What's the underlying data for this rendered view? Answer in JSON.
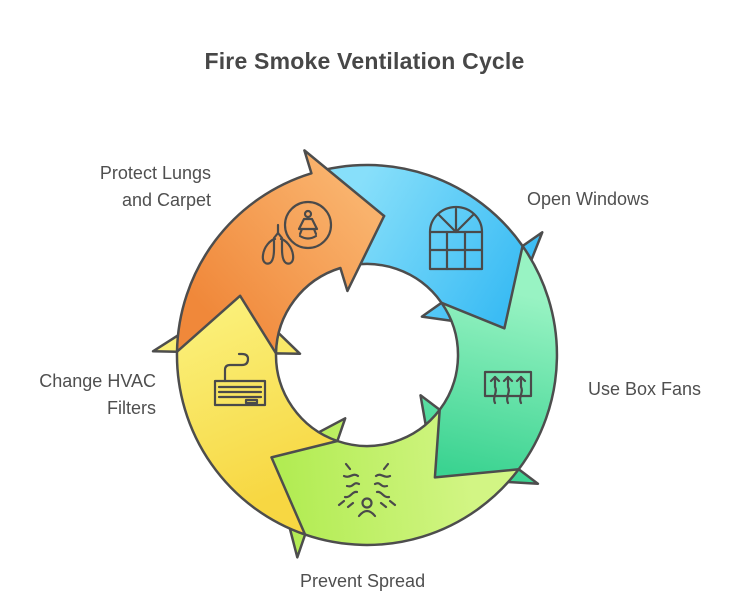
{
  "title": "Fire Smoke Ventilation Cycle",
  "background_color": "#ffffff",
  "cycle": {
    "outline_color": "#4d4d4d",
    "icon_color": "#4a4a4a",
    "label_color": "#4f4f4f",
    "direction": "clockwise",
    "steps": [
      {
        "id": "open-windows",
        "label": "Open Windows",
        "icon": "window-icon",
        "color_tail": "#87dffa",
        "color_head": "#3bbcf4"
      },
      {
        "id": "use-box-fans",
        "label": "Use Box Fans",
        "icon": "box-fan-icon",
        "color_tail": "#98f3c3",
        "color_head": "#3bd391"
      },
      {
        "id": "prevent-spread",
        "label": "Prevent Spread",
        "icon": "person-smoke-icon",
        "color_tail": "#d2f584",
        "color_head": "#b2ec53"
      },
      {
        "id": "change-hvac-filters",
        "label": "Change HVAC\nFilters",
        "icon": "hvac-filter-icon",
        "color_tail": "#f7d742",
        "color_head": "#faef77"
      },
      {
        "id": "protect-lungs-carpet",
        "label": "Protect Lungs\nand Carpet",
        "icon": "lungs-vacuum-icon",
        "color_tail": "#f0883a",
        "color_head": "#f9b26c"
      }
    ]
  }
}
